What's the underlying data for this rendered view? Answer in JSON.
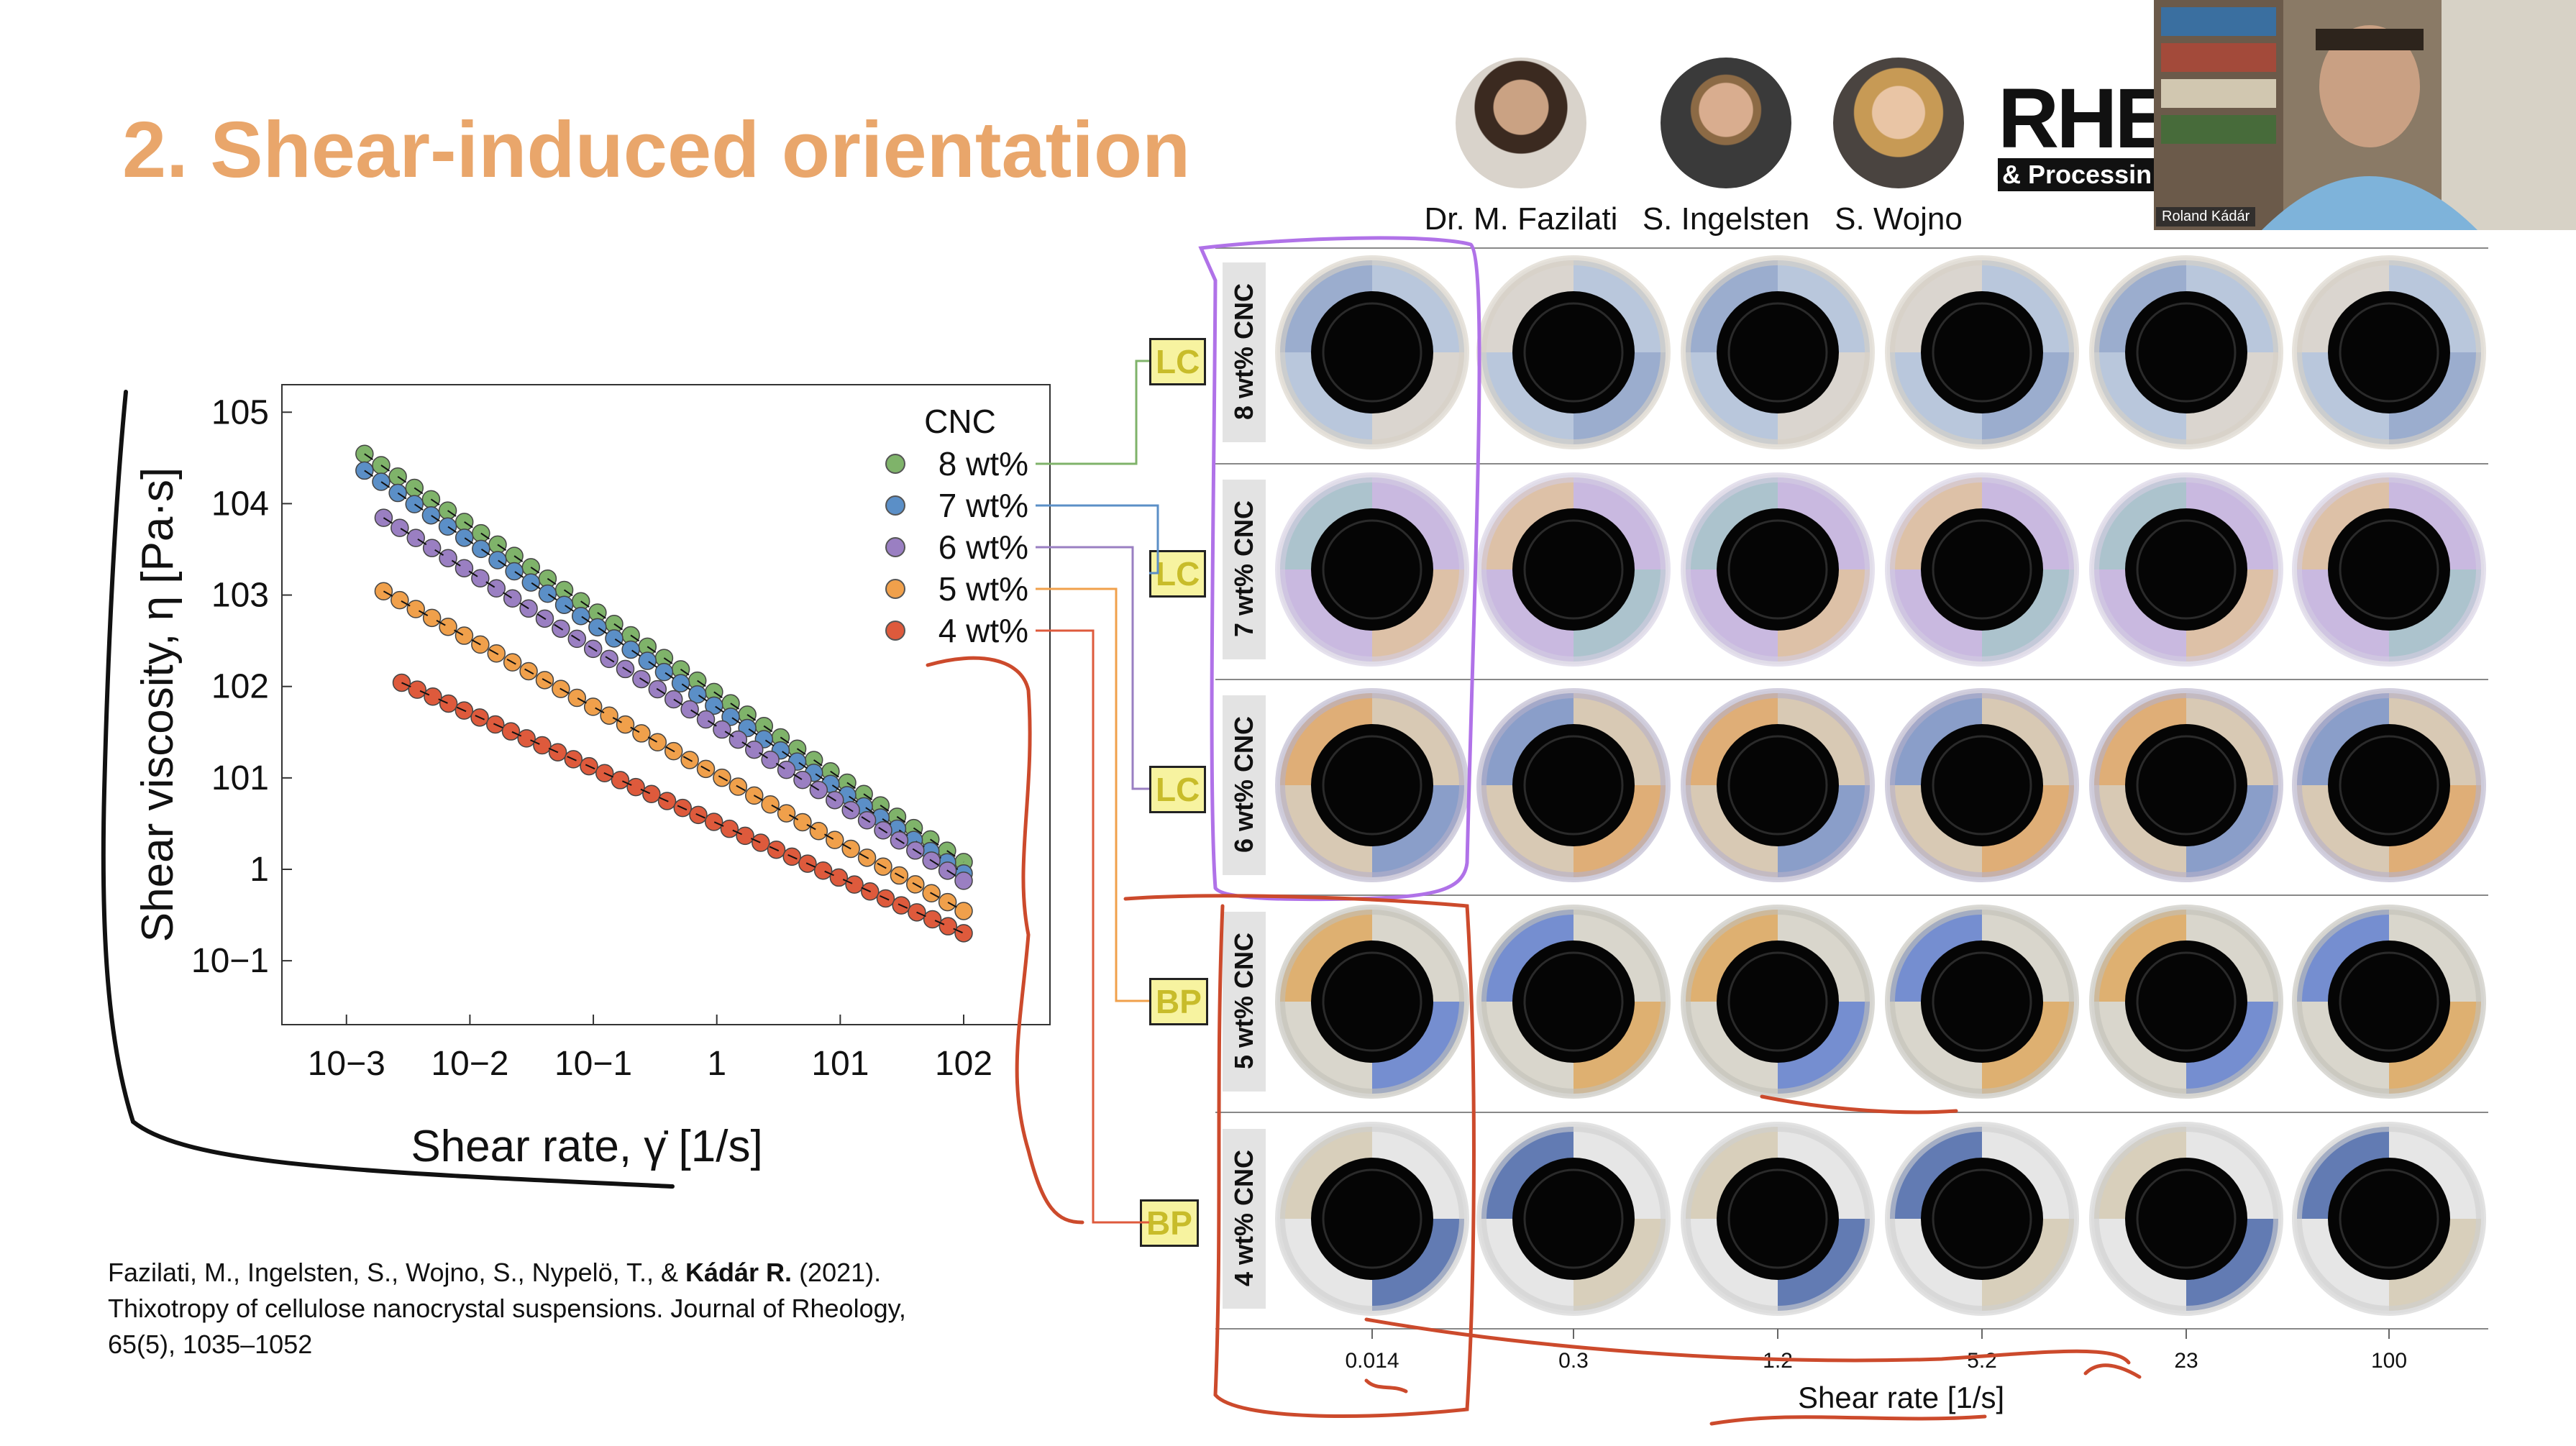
{
  "slide": {
    "title": "2. Shear-induced orientation"
  },
  "authors": [
    {
      "name": "Dr. M. Fazilati"
    },
    {
      "name": "S. Ingelsten"
    },
    {
      "name": "S. Wojno"
    }
  ],
  "logo": {
    "text_top": "RHE",
    "text_bottom": "& Processin"
  },
  "video": {
    "participant_name": "Roland Kádár"
  },
  "citation": {
    "line1_prefix": "Fazilati, M., Ingelsten, S., Wojno, S., Nypelö, T., & ",
    "line1_bold": "Kádár R.",
    "line1_suffix": " (2021).",
    "line2": "Thixotropy of cellulose nanocrystal suspensions. Journal of Rheology,",
    "line3": "65(5), 1035–1052"
  },
  "chart_data": {
    "type": "scatter",
    "xlabel": "Shear rate, γ̇ [1/s]",
    "ylabel": "Shear viscosity, η [Pa·s]",
    "x_scale": "log",
    "y_scale": "log",
    "xlim": [
      0.0003,
      500
    ],
    "ylim": [
      0.02,
      200000
    ],
    "x_ticks": [
      "10−3",
      "10−2",
      "10−1",
      "1",
      "101",
      "102"
    ],
    "y_ticks": [
      "105",
      "104",
      "103",
      "102",
      "101",
      "1",
      "10−1"
    ],
    "legend_title": "CNC",
    "legend_position": "top-right",
    "grid": false,
    "series": [
      {
        "name": "8 wt%",
        "color": "#7fb36a",
        "x_start": 0.0014,
        "x_end": 100,
        "y_start": 35000,
        "y_end": 1.2
      },
      {
        "name": "7 wt%",
        "color": "#5b8fc7",
        "x_start": 0.0014,
        "x_end": 100,
        "y_start": 23000,
        "y_end": 0.9
      },
      {
        "name": "6 wt%",
        "color": "#9a7fc2",
        "x_start": 0.002,
        "x_end": 100,
        "y_start": 7000,
        "y_end": 0.75
      },
      {
        "name": "5 wt%",
        "color": "#f0a04b",
        "x_start": 0.002,
        "x_end": 100,
        "y_start": 1100,
        "y_end": 0.35
      },
      {
        "name": "4 wt%",
        "color": "#de5a3c",
        "x_start": 0.0028,
        "x_end": 100,
        "y_start": 110,
        "y_end": 0.2
      }
    ],
    "points_per_series": 37
  },
  "grid_panel": {
    "rows": [
      {
        "label": "8 wt% CNC",
        "phase": "LC"
      },
      {
        "label": "7 wt% CNC",
        "phase": "LC"
      },
      {
        "label": "6 wt% CNC",
        "phase": "LC"
      },
      {
        "label": "5 wt% CNC",
        "phase": "BP"
      },
      {
        "label": "4 wt% CNC",
        "phase": "BP"
      }
    ],
    "columns": [
      "0.014",
      "0.3",
      "1.2",
      "5.2",
      "23",
      "100"
    ],
    "xlabel": "Shear rate [1/s]"
  },
  "colors": {
    "title": "#E9A66B",
    "annotation_purple": "#b072e8",
    "annotation_red": "#cc4a2c"
  }
}
